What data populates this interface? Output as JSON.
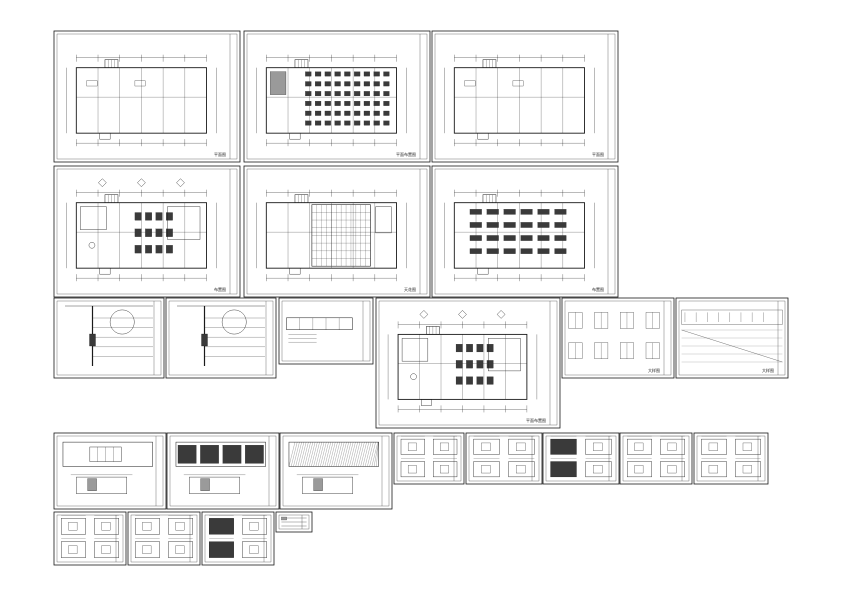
{
  "sheet": {
    "background": "#ffffff",
    "line_color": "#1a1a1a",
    "fill_dark": "#3a3a3a",
    "fill_mid": "#9a9a9a",
    "fill_light": "#d8d8d8"
  },
  "drawings": [
    {
      "name": "plan-1",
      "kind": "plan-empty",
      "label": "平面图"
    },
    {
      "name": "plan-2",
      "kind": "plan-seating",
      "label": "平面布置图"
    },
    {
      "name": "plan-3",
      "kind": "plan-empty",
      "label": "平面图"
    },
    {
      "name": "plan-4",
      "kind": "plan-furniture",
      "label": "布置图"
    },
    {
      "name": "plan-5",
      "kind": "plan-ceiling",
      "label": "天花图"
    },
    {
      "name": "plan-6",
      "kind": "plan-desks",
      "label": "布置图"
    },
    {
      "name": "detail-1",
      "kind": "section-detail",
      "label": ""
    },
    {
      "name": "detail-2",
      "kind": "section-detail",
      "label": ""
    },
    {
      "name": "elevation-a",
      "kind": "elevation-simple",
      "label": ""
    },
    {
      "name": "plan-large",
      "kind": "plan-furniture",
      "label": "平面布置图"
    },
    {
      "name": "detail-sheet-1",
      "kind": "detail-grid",
      "label": "大样图"
    },
    {
      "name": "detail-sheet-2",
      "kind": "detail-lines",
      "label": "大样图"
    },
    {
      "name": "elevation-b",
      "kind": "elevation",
      "label": ""
    },
    {
      "name": "elevation-c",
      "kind": "elevation-dark",
      "label": ""
    },
    {
      "name": "elevation-d",
      "kind": "elevation-hatch",
      "label": ""
    },
    {
      "name": "elev-set-1",
      "kind": "elev-set",
      "label": ""
    },
    {
      "name": "elev-set-2",
      "kind": "elev-set",
      "label": ""
    },
    {
      "name": "elev-set-3",
      "kind": "elev-set-dark",
      "label": ""
    },
    {
      "name": "elev-set-4",
      "kind": "elev-set",
      "label": ""
    },
    {
      "name": "elev-set-5",
      "kind": "elev-set",
      "label": ""
    },
    {
      "name": "small-1",
      "kind": "elev-set",
      "label": ""
    },
    {
      "name": "small-2",
      "kind": "elev-set",
      "label": ""
    },
    {
      "name": "small-3",
      "kind": "elev-set-dark",
      "label": ""
    },
    {
      "name": "small-4",
      "kind": "legend",
      "label": ""
    }
  ]
}
